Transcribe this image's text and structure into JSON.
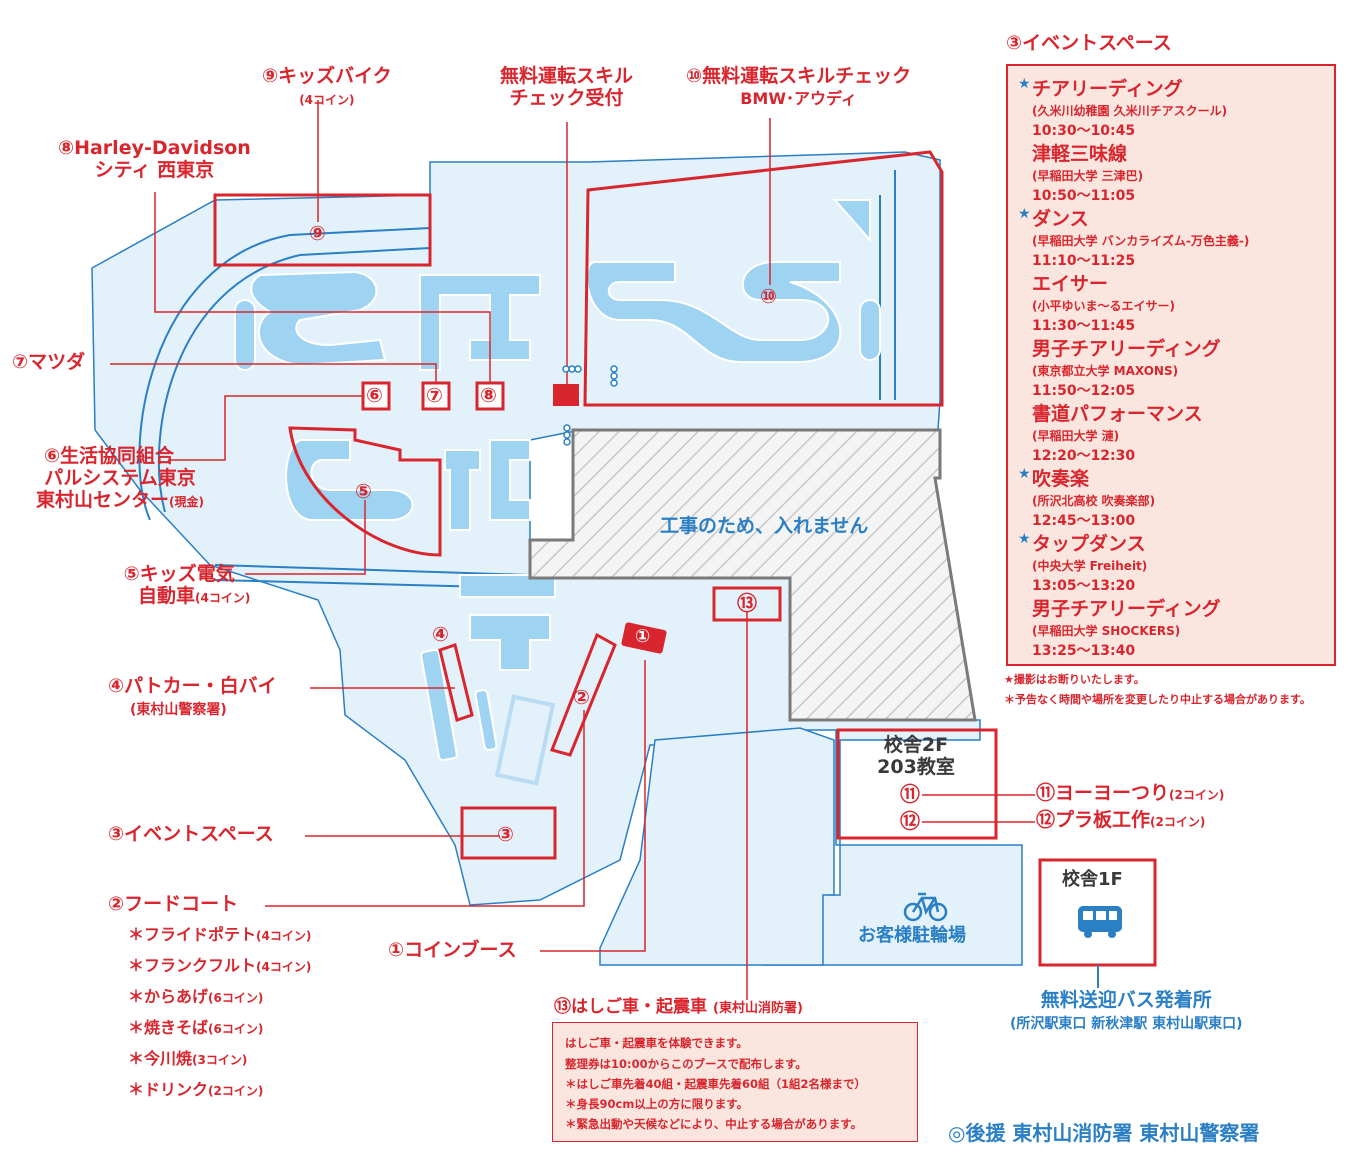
{
  "booths": {
    "b9": {
      "num": "⑨",
      "name": "キッズバイク",
      "note": "(4コイン)"
    },
    "reception": {
      "line1": "無料運転スキル",
      "line2": "チェック受付"
    },
    "b10": {
      "line1": "⑩無料運転スキルチェック",
      "line2": "BMW･アウディ"
    },
    "b8": {
      "line1": "⑧Harley-Davidson",
      "line2": "シティ 西東京"
    },
    "b7": {
      "name": "⑦マツダ"
    },
    "b6": {
      "line1": "⑥生活協同組合",
      "line2": "パルシステム東京",
      "line3": "東村山センター",
      "note": "(現金)"
    },
    "b5": {
      "line1": "⑤キッズ電気",
      "line2": "自動車",
      "note": "(4コイン)"
    },
    "b4": {
      "line1": "④パトカー・白バイ",
      "line2": "(東村山警察署)"
    },
    "b3": {
      "name": "③イベントスペース"
    },
    "b2": {
      "name": "②フードコート"
    },
    "b1": {
      "name": "①コインブース"
    },
    "b13": {
      "name": "⑬はしご車・起震車",
      "note": "(東村山消防署)"
    },
    "b11": {
      "name": "⑪ヨーヨーつり",
      "note": "(2コイン)"
    },
    "b12": {
      "name": "⑫プラ板工作",
      "note": "(2コイン)"
    }
  },
  "map_marks": {
    "m9": "⑨",
    "m10": "⑩",
    "m8": "⑧",
    "m7": "⑦",
    "m6": "⑥",
    "m5": "⑤",
    "m4": "④",
    "m3": "③",
    "m2": "②",
    "m1": "①",
    "m13": "⑬",
    "m11": "⑪",
    "m12": "⑫"
  },
  "construction": "工事のため、入れません",
  "building": {
    "line1": "校舎2F",
    "line2": "203教室"
  },
  "bike_parking": "お客様駐輪場",
  "school1f": "校舎1F",
  "bus": {
    "title": "無料送迎バス発着所",
    "stops": "(所沢駅東口 新秋津駅 東村山駅東口)"
  },
  "food_items": [
    {
      "name": "＊フライドポテト",
      "coins": "(4コイン)"
    },
    {
      "name": "＊フランクフルト",
      "coins": "(4コイン)"
    },
    {
      "name": "＊からあげ",
      "coins": "(6コイン)"
    },
    {
      "name": "＊焼きそば",
      "coins": "(6コイン)"
    },
    {
      "name": "＊今川焼",
      "coins": "(3コイン)"
    },
    {
      "name": "＊ドリンク",
      "coins": "(2コイン)"
    }
  ],
  "event_space": {
    "heading": "③イベントスペース",
    "events": [
      {
        "star": true,
        "title": "チアリーディング",
        "sub": "(久米川幼稚園 久米川チアスクール)",
        "time": "10:30〜10:45"
      },
      {
        "star": false,
        "title": "津軽三味線",
        "sub": "(早稲田大学 三津巴)",
        "time": "10:50〜11:05"
      },
      {
        "star": true,
        "title": "ダンス",
        "sub": "(早稲田大学 バンカライズム-万色主義-)",
        "time": "11:10〜11:25"
      },
      {
        "star": false,
        "title": "エイサー",
        "sub": "(小平ゆいま〜るエイサー)",
        "time": "11:30〜11:45"
      },
      {
        "star": false,
        "title": "男子チアリーディング",
        "sub": "(東京都立大学 MAXONS)",
        "time": "11:50〜12:05"
      },
      {
        "star": false,
        "title": "書道パフォーマンス",
        "sub": "(早稲田大学 漣)",
        "time": "12:20〜12:30"
      },
      {
        "star": true,
        "title": "吹奏楽",
        "sub": "(所沢北高校 吹奏楽部)",
        "time": "12:45〜13:00"
      },
      {
        "star": true,
        "title": "タップダンス",
        "sub": "(中央大学 Freiheit)",
        "time": "13:05〜13:20"
      },
      {
        "star": false,
        "title": "男子チアリーディング",
        "sub": "(早稲田大学 SHOCKERS)",
        "time": "13:25〜13:40"
      }
    ],
    "star_glyph": "★",
    "note1": "★撮影はお断りいたします。",
    "note2": "＊予告なく時間や場所を変更したり中止する場合があります。"
  },
  "ladder_info": [
    "はしご車・起震車を体験できます。",
    "整理券は10:00からこのブースで配布します。",
    "＊はしご車先着40組・起震車先着60組（1組2名様まで）",
    "＊身長90cm以上の方に限ります。",
    "＊緊急出動や天候などにより、中止する場合があります。"
  ],
  "support": "◎後援 東村山消防署 東村山警察署",
  "colors": {
    "red": "#d9262e",
    "blue": "#2a7fc5",
    "lightblue": "#e3f1fb",
    "course": "#9fd3f2",
    "pink": "#fbe6df",
    "gray": "#7a7a7a"
  }
}
